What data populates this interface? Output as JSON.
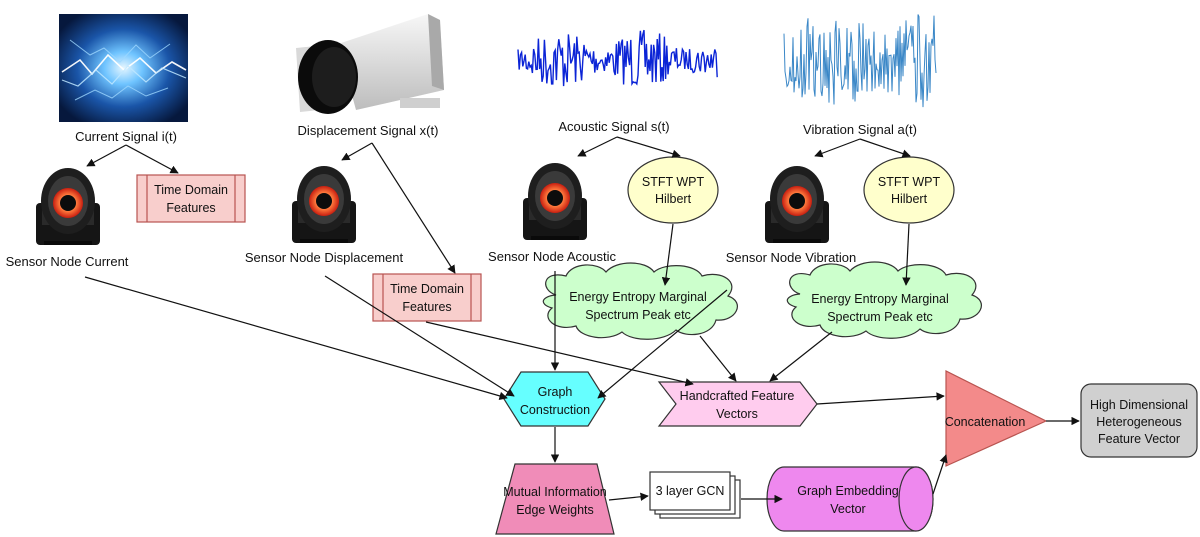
{
  "signals": {
    "current": "Current Signal i(t)",
    "displacement": "Displacement Signal x(t)",
    "acoustic": "Acoustic Signal s(t)",
    "vibration": "Vibration Signal a(t)"
  },
  "sensors": {
    "current": "Sensor Node Current",
    "displacement": "Sensor Node Displacement",
    "acoustic": "Sensor Node Acoustic",
    "vibration": "Sensor Node Vibration"
  },
  "time_domain": {
    "line1": "Time Domain",
    "line2": "Features"
  },
  "stft": {
    "line1": "STFT WPT",
    "line2": "Hilbert"
  },
  "energy": {
    "line1": "Energy Entropy Marginal",
    "line2": "Spectrum Peak etc"
  },
  "graph_construction": {
    "line1": "Graph",
    "line2": "Construction"
  },
  "handcrafted": {
    "line1": "Handcrafted Feature",
    "line2": "Vectors"
  },
  "mutual_info": {
    "line1": "Mutual Information",
    "line2": "Edge Weights"
  },
  "gcn": "3 layer GCN",
  "embedding": {
    "line1": "Graph Embedding",
    "line2": "Vector"
  },
  "concatenation": "Concatenation",
  "output": {
    "line1": "High Dimensional",
    "line2": "Heterogeneous",
    "line3": "Feature Vector"
  },
  "colors": {
    "time_domain_fill": "#f8cecc",
    "stft_fill": "#ffffcc",
    "energy_fill": "#ccffcc",
    "graph_construction_fill": "#66ffff",
    "handcrafted_fill": "#ffccee",
    "mutual_info_fill": "#f08cb8",
    "gcn_fill": "#ffffff",
    "embedding_fill": "#ee88ee",
    "concatenation_fill": "#f38a8a",
    "output_fill": "#d0d0d0"
  }
}
